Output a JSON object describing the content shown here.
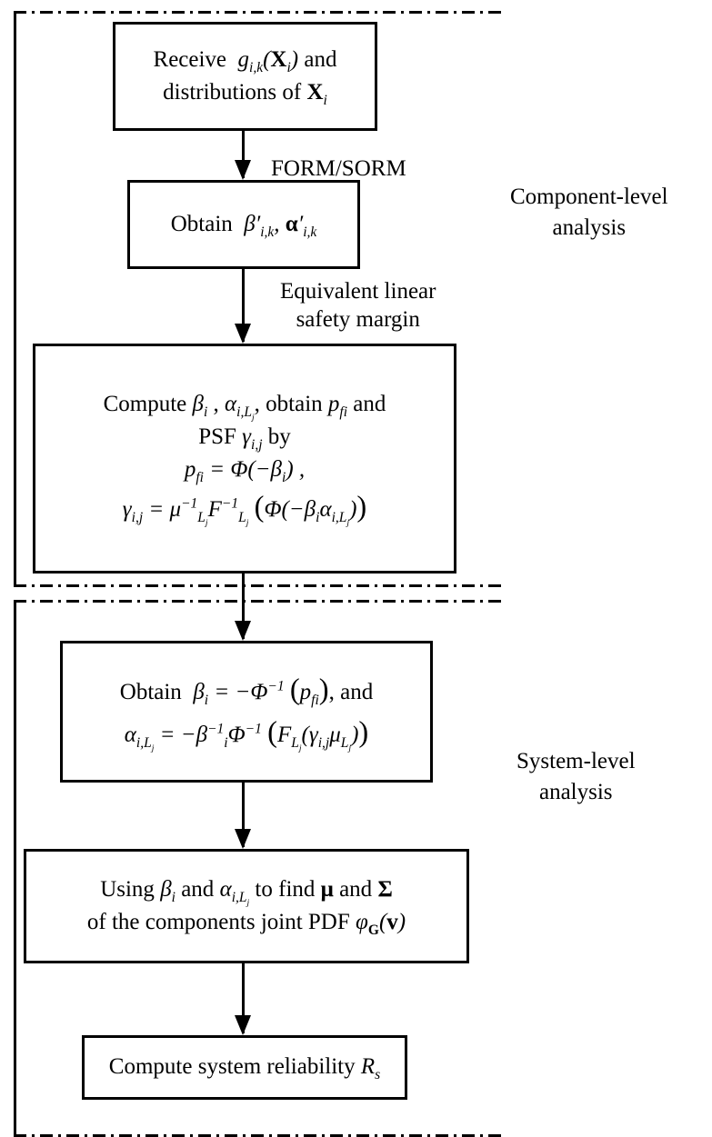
{
  "regions": {
    "component_label_line1": "Component-level",
    "component_label_line2": "analysis",
    "system_label_line1": "System-level",
    "system_label_line2": "analysis"
  },
  "boxes": {
    "receive": {
      "line1_prefix": "Receive",
      "line1_suffix": "and",
      "line2_prefix": "distributions of"
    },
    "obtain_beta_prime": {
      "prefix": "Obtain"
    },
    "compute_beta": {
      "line1_prefix": "Compute",
      "line1_mid": ", obtain",
      "line1_suffix": "and",
      "line2_prefix": "PSF",
      "line2_suffix": "by"
    },
    "obtain_beta": {
      "line1_prefix": "Obtain",
      "line1_suffix": ", and"
    },
    "using": {
      "line1_prefix": "Using",
      "line1_mid1": "and",
      "line1_mid2": "to find",
      "line1_mid3": "and",
      "line2_prefix": "of the components joint PDF"
    },
    "compute_system": {
      "prefix": "Compute system reliability"
    }
  },
  "edges": {
    "form_sorm": "FORM/SORM",
    "equiv_line1": "Equivalent linear",
    "equiv_line2": "safety margin"
  }
}
